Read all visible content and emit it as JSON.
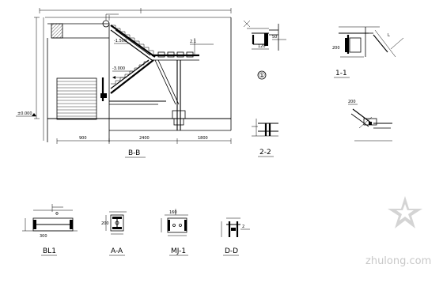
{
  "labels": {
    "section_bb": "B-B",
    "detail_1": "①",
    "section_11": "1-1",
    "section_22": "2-2",
    "section_aa": "A-A",
    "bottom_dd": "D-D",
    "bottom_mj": "MJ-1",
    "bottom_bl": "BL1"
  },
  "watermark": {
    "text": "zhulong.com"
  }
}
